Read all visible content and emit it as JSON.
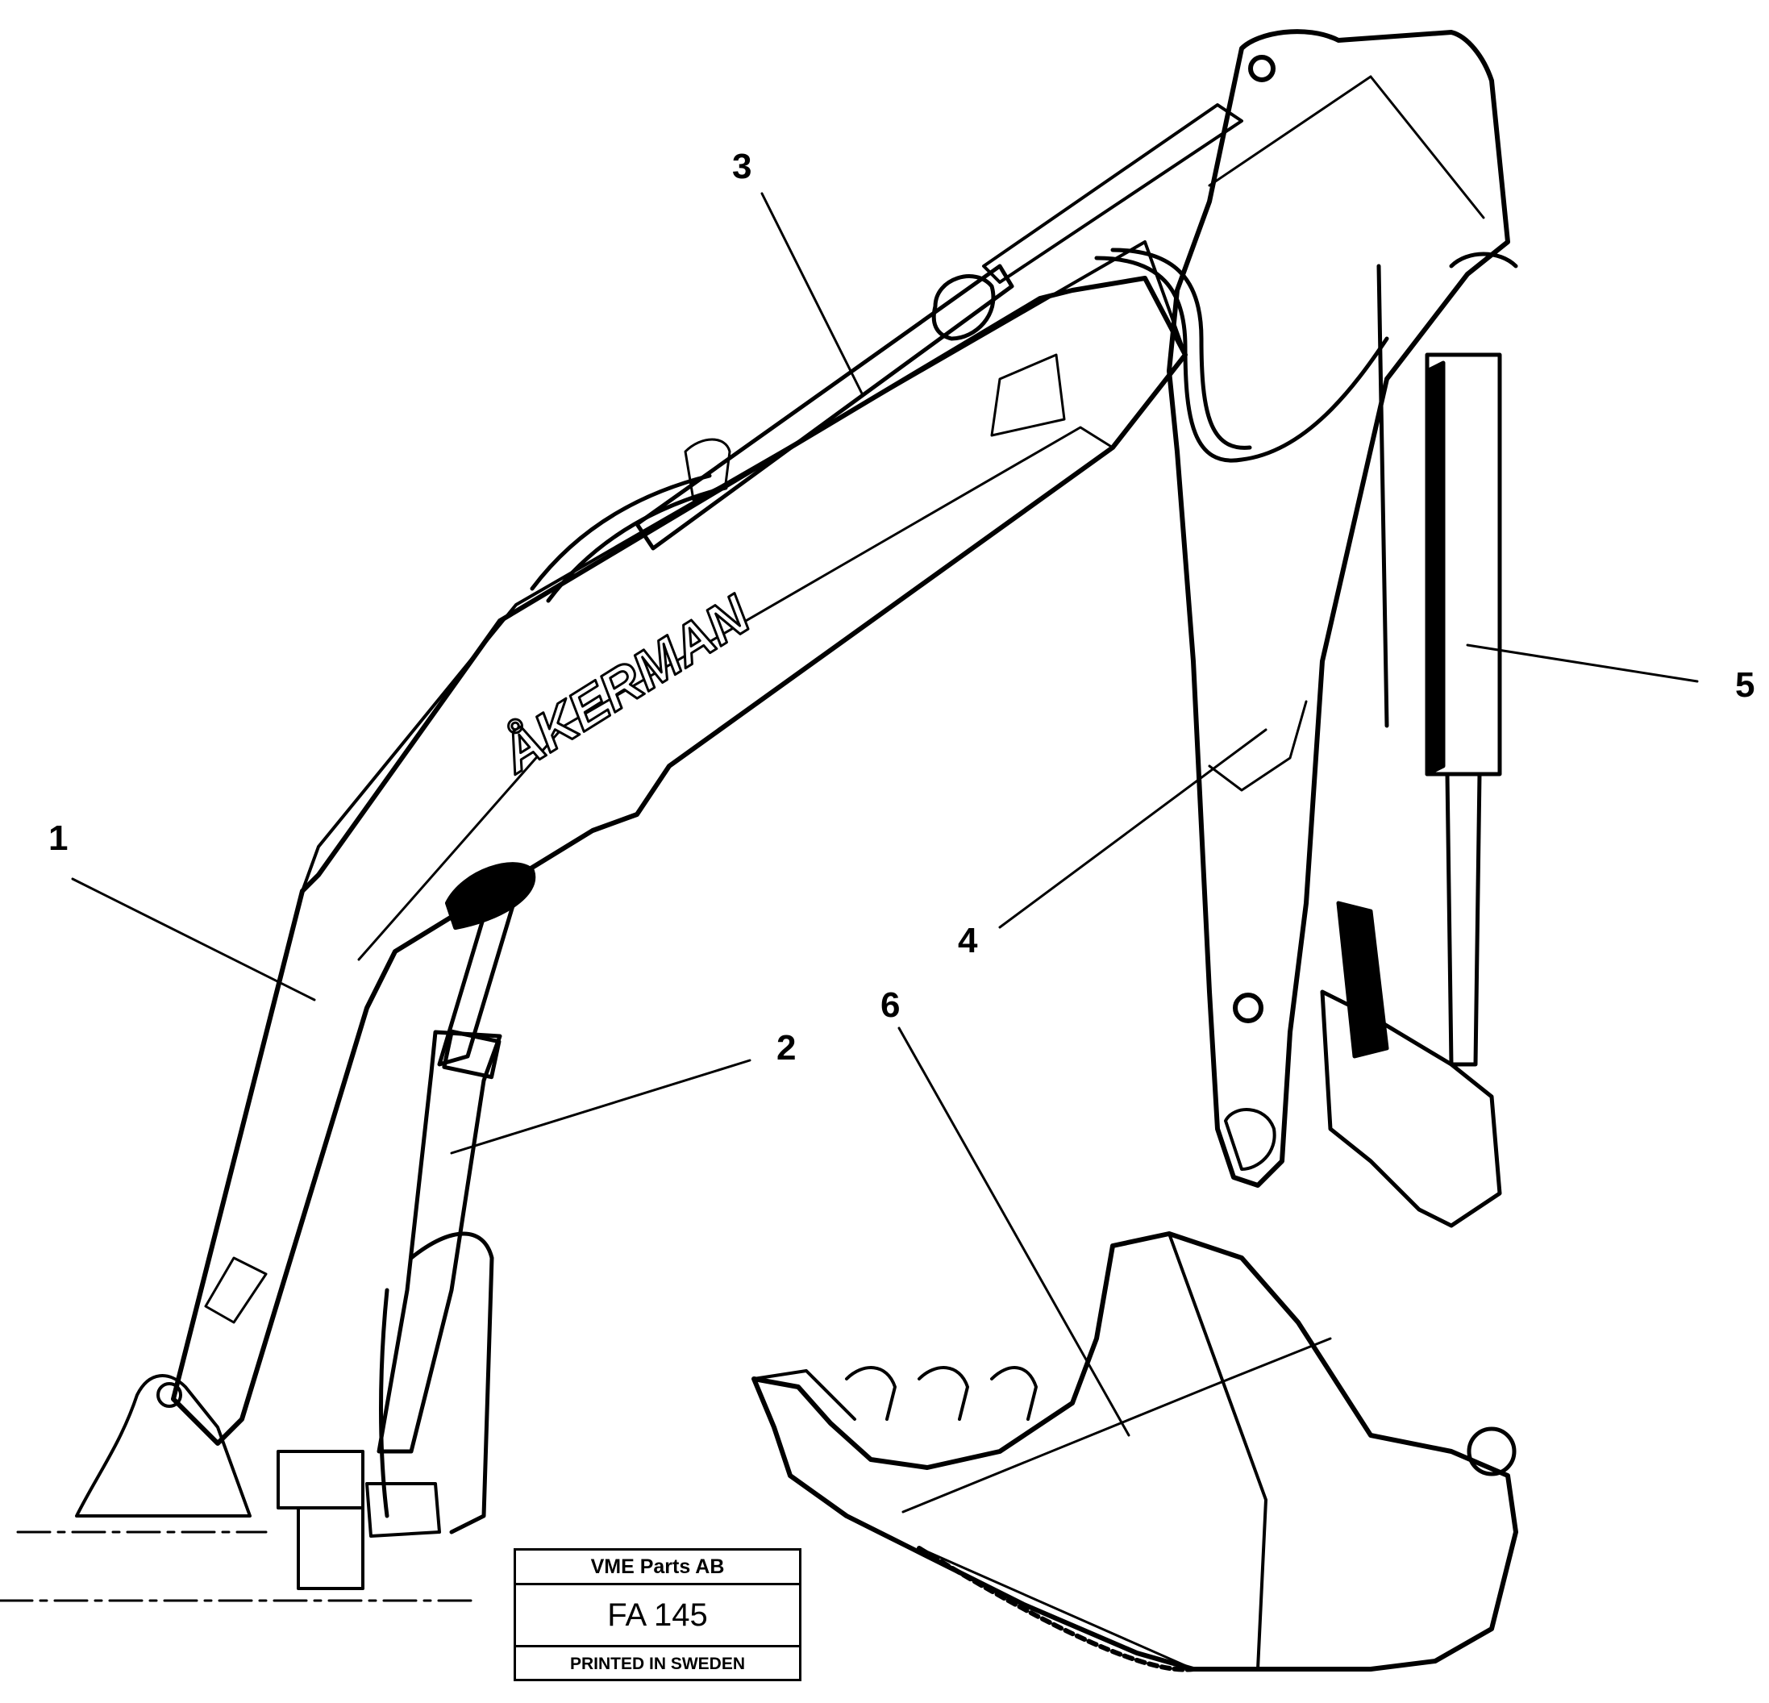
{
  "brand_text": "ÅKERMAN",
  "callouts": [
    {
      "id": "1",
      "label": "1"
    },
    {
      "id": "2",
      "label": "2"
    },
    {
      "id": "3",
      "label": "3"
    },
    {
      "id": "4",
      "label": "4"
    },
    {
      "id": "5",
      "label": "5"
    },
    {
      "id": "6",
      "label": "6"
    }
  ],
  "title_block": {
    "company": "VME Parts AB",
    "code": "FA 145",
    "printed": "PRINTED IN SWEDEN"
  },
  "colors": {
    "ink": "#000000",
    "paper": "#ffffff"
  }
}
